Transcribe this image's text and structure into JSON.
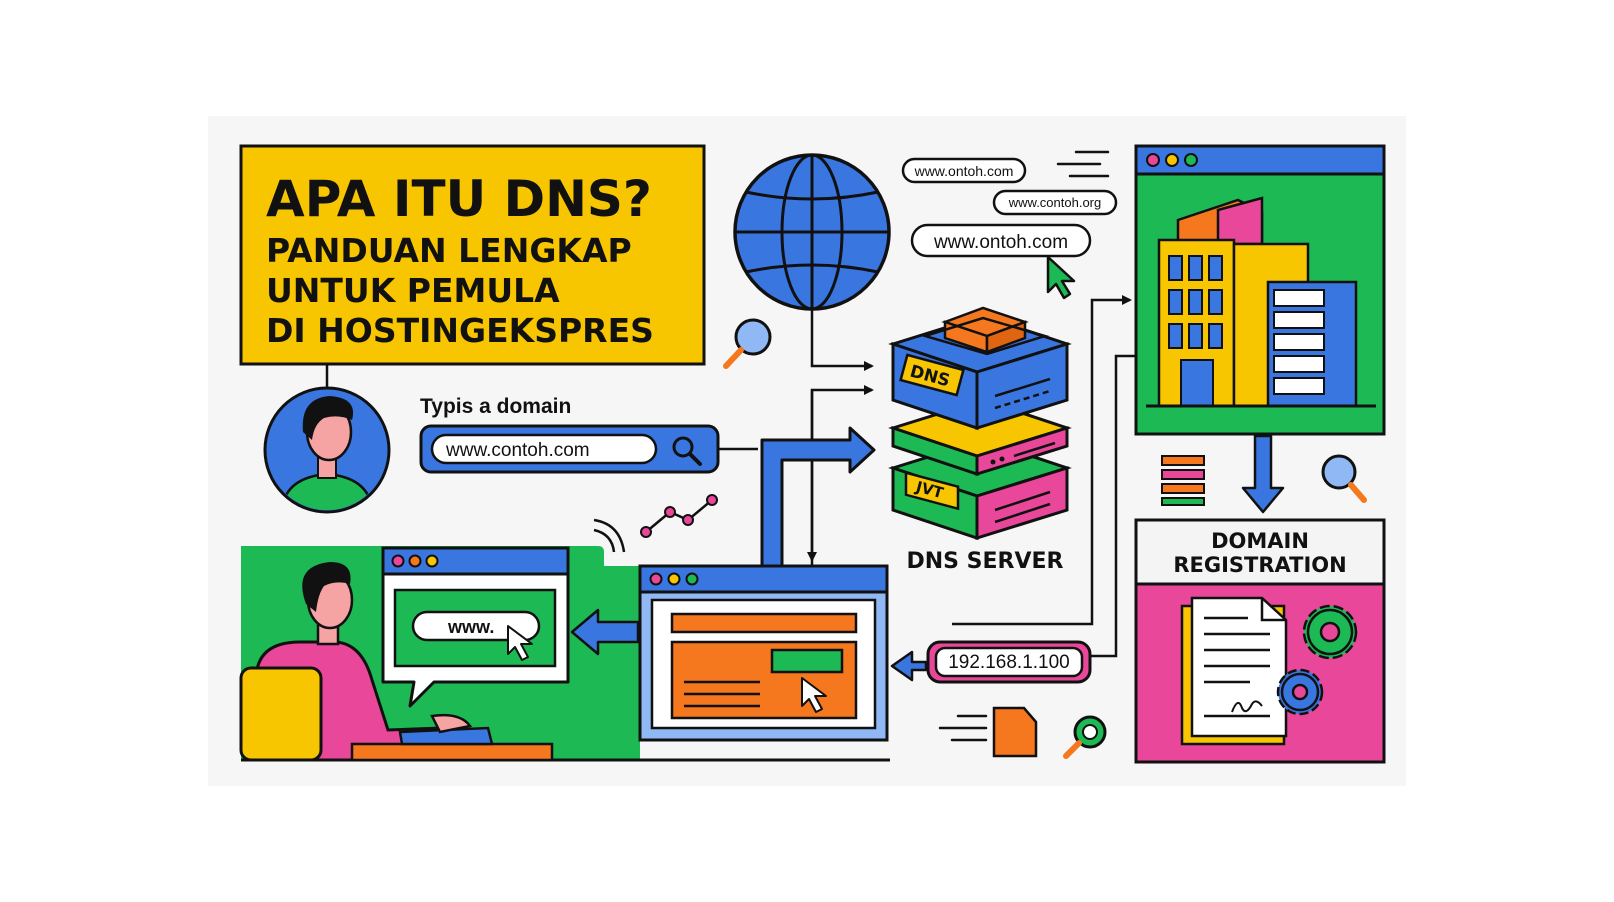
{
  "title_card": {
    "title": "APA ITU DNS?",
    "subtitle_line1": "PANDUAN LENGKAP",
    "subtitle_line2": "UNTUK PEMULA",
    "subtitle_line3": "DI HOSTINGEKSPRES"
  },
  "search": {
    "label": "Typis a domain",
    "value": "www.contoh.com"
  },
  "domain_bubbles": [
    "www.ontoh.com",
    "www.contoh.org",
    "www.ontoh.com"
  ],
  "dns_server": {
    "label": "DNS SERVER",
    "layer_label_top": "DNS",
    "layer_label_bottom": "JVT"
  },
  "ip_address": "192.168.1.100",
  "user_bubble_text": "www.",
  "registration": {
    "line1": "DOMAIN",
    "line2": "REGISTRATION"
  },
  "colors": {
    "yellow": "#F7C600",
    "blue": "#3A76E0",
    "green": "#1DB954",
    "pink": "#E8479A",
    "orange": "#F5781E",
    "outline": "#111111"
  },
  "icons": [
    "globe-icon",
    "magnifier-icon",
    "server-stack-icon",
    "building-icon",
    "document-icon",
    "gear-icon",
    "cursor-icon",
    "avatar"
  ]
}
